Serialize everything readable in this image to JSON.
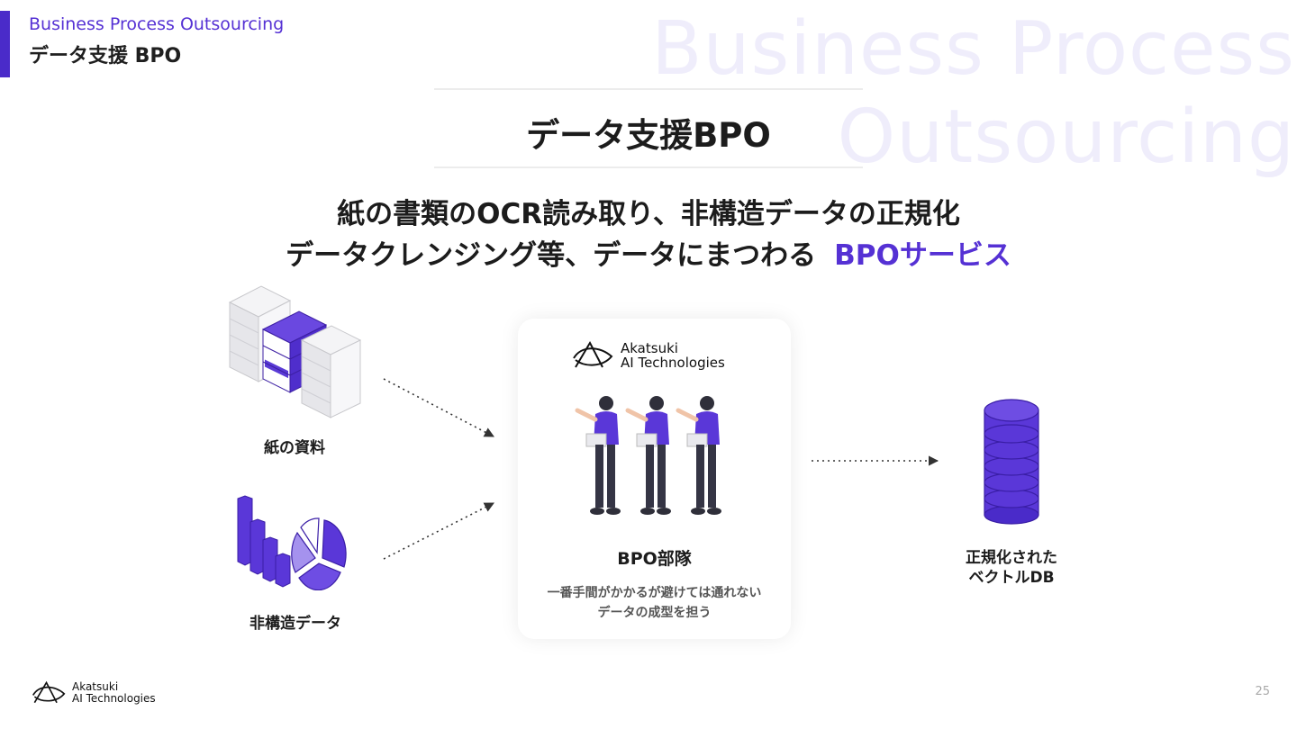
{
  "header": {
    "section_en": "Business Process Outsourcing",
    "section_jp": "データ支援 BPO"
  },
  "watermark": {
    "line1": "Business Process",
    "line2": "Outsourcing"
  },
  "title": "データ支援BPO",
  "subhead": {
    "line1": "紙の書類のOCR読み取り、非構造データの正規化",
    "line2": "データクレンジング等、データにまつわる",
    "highlight": "BPOサービス"
  },
  "inputs": {
    "paper_label": "紙の資料",
    "unstructured_label": "非構造データ"
  },
  "card": {
    "logo_line1": "Akatsuki",
    "logo_line2": "AI Technologies",
    "title": "BPO部隊",
    "desc_line1": "一番手間がかかるが避けては通れない",
    "desc_line2": "データの成型を担う"
  },
  "output": {
    "label_line1": "正規化された",
    "label_line2": "ベクトルDB"
  },
  "footer": {
    "logo_line1": "Akatsuki",
    "logo_line2": "AI Technologies",
    "page_number": "25"
  },
  "colors": {
    "accent": "#5531d4",
    "accent_dark": "#4a2bc9",
    "watermark": "#efedfb"
  }
}
